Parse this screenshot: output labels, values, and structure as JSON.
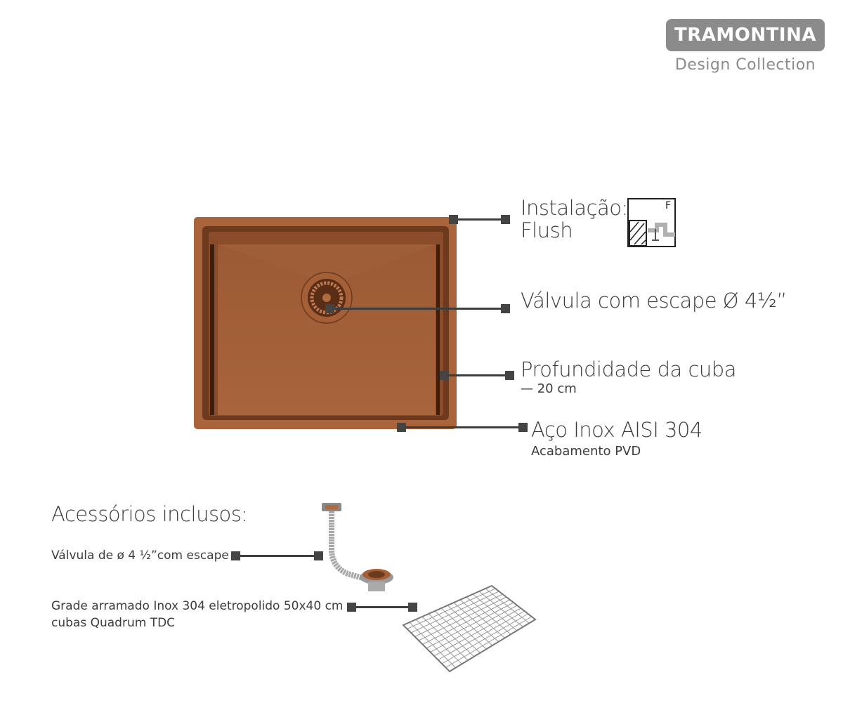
{
  "brand": {
    "name": "TRAMONTINA",
    "collection": "Design Collection"
  },
  "callouts": {
    "installation": {
      "label": "Instalação:",
      "value": "Flush",
      "icon": "flush-install-icon",
      "icon_letter": "F"
    },
    "valve": {
      "label": "Válvula com escape Ø 4½”"
    },
    "depth": {
      "label": "Profundidade da cuba",
      "value": "— 20 cm"
    },
    "material": {
      "label": "Aço Inox AISI 304",
      "value": "Acabamento PVD"
    }
  },
  "accessories": {
    "title": "Acessórios inclusos:",
    "items": [
      {
        "line1": "Válvula de ø 4 ½”com escape"
      },
      {
        "line1": "Grade arramado Inox 304 eletropolido 50x40 cm",
        "line2": "cubas Quadrum TDC"
      }
    ]
  },
  "colors": {
    "copper": "#a7623a",
    "text": "#3d3d3d",
    "logo": "#8b8b8b"
  }
}
